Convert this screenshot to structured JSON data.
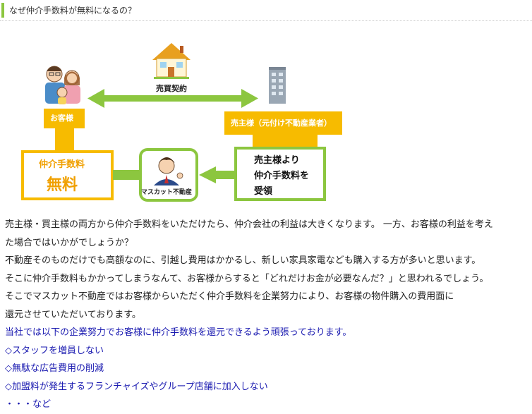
{
  "header": {
    "title": "なぜ仲介手数料が無料になるの？",
    "accent_color": "#8cc63f"
  },
  "diagram": {
    "contract_label": "売買契約",
    "customer_label": "お客様",
    "seller_label": "売主様（元付け不動産業者）",
    "fee_title": "仲介手数料",
    "fee_free": "無料",
    "company_label": "マスカット不動産",
    "receive_lines": [
      "売主様より",
      "仲介手数料を",
      "受領"
    ],
    "icons": [
      "house-icon",
      "family-icon",
      "building-icon",
      "agent-person-icon"
    ],
    "colors": {
      "yellow": "#f7bb00",
      "green": "#8cc63f"
    }
  },
  "body": {
    "paragraphs": [
      "売主様・買主様の両方から仲介手数料をいただけたら、仲介会社の利益は大きくなります。 一方、お客様の利益を考え",
      "た場合ではいかがでしょうか？",
      "不動産そのものだけでも高額なのに、引越し費用はかかるし、新しい家具家電なども購入する方が多いと思います。",
      "そこに仲介手数料もかかってしまうなんて、お客様からすると「どれだけお金が必要なんだ？」と思われるでしょう。",
      "そこでマスカット不動産ではお客様からいただく仲介手数料を企業努力により、お客様の物件購入の費用面に",
      "還元させていただいております。"
    ],
    "effort_intro": "当社では以下の企業努力でお客様に仲介手数料を還元できるよう頑張っております。",
    "efforts": [
      "◇スタッフを増員しない",
      "◇無駄な広告費用の削減",
      "◇加盟料が発生するフランチャイズやグループ店舗に加入しない",
      "・・・など"
    ],
    "link_color": "#1a1ab0"
  }
}
